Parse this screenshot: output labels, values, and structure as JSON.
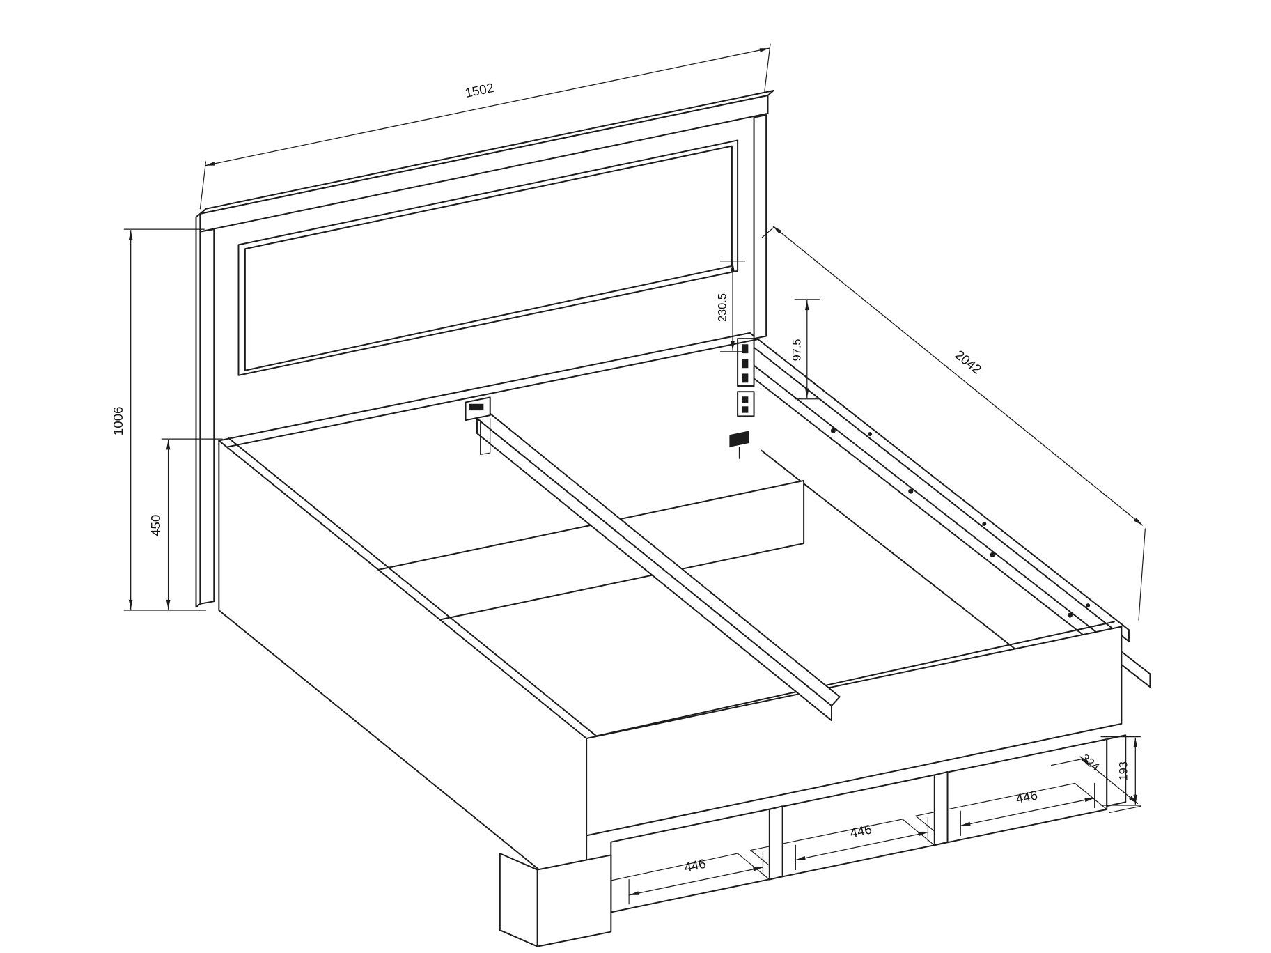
{
  "drawing": {
    "dimensions": {
      "headboard_width": "1502",
      "overall_height": "1006",
      "base_side_height": "450",
      "panel_offset": "230.5",
      "rail_offset": "97.5",
      "bed_length": "2042",
      "niche_width_left": "446",
      "niche_width_middle": "446",
      "niche_width_right": "446",
      "niche_depth": "324",
      "niche_height": "193"
    }
  }
}
